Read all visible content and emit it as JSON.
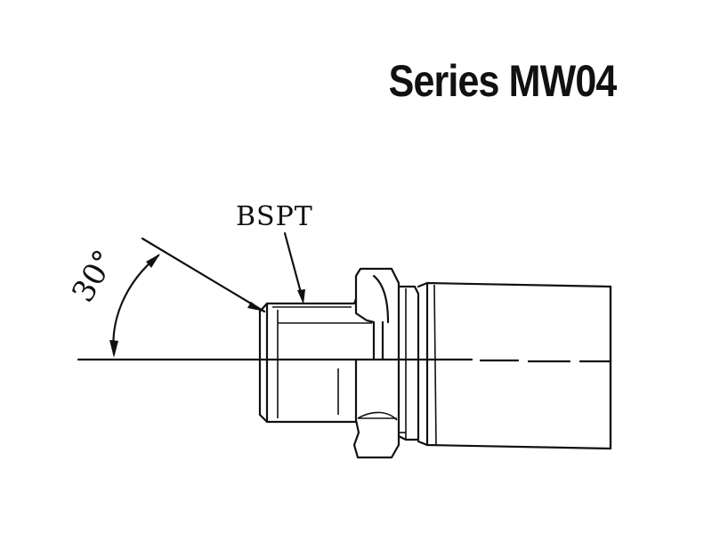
{
  "title": "Series MW04",
  "labels": {
    "thread": "BSPT",
    "angle": "30°"
  },
  "colors": {
    "ink": "#111111",
    "background": "#ffffff"
  }
}
